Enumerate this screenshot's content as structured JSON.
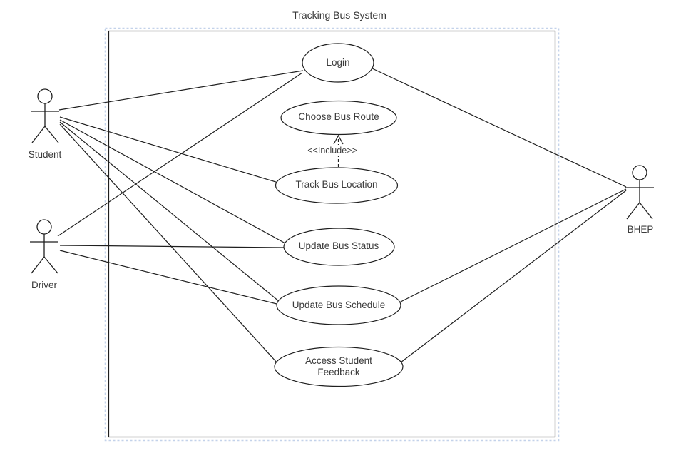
{
  "diagram": {
    "type": "uml-use-case-diagram",
    "title": "Tracking Bus System",
    "actors": [
      {
        "label": "Student"
      },
      {
        "label": "Driver"
      },
      {
        "label": "BHEP"
      }
    ],
    "use_cases": [
      {
        "label": "Login"
      },
      {
        "label": "Choose Bus Route"
      },
      {
        "label": "Track Bus Location"
      },
      {
        "label": "Update Bus Status"
      },
      {
        "label": "Update Bus Schedule"
      },
      {
        "label": "Access Student Feedback"
      }
    ],
    "include": {
      "label": "<<Include>>",
      "from": "Track Bus Location",
      "to": "Choose Bus Route"
    },
    "associations": [
      {
        "from": "Student",
        "to": "Login"
      },
      {
        "from": "Student",
        "to": "Track Bus Location"
      },
      {
        "from": "Student",
        "to": "Update Bus Status"
      },
      {
        "from": "Student",
        "to": "Update Bus Schedule"
      },
      {
        "from": "Student",
        "to": "Access Student Feedback"
      },
      {
        "from": "Driver",
        "to": "Login"
      },
      {
        "from": "Driver",
        "to": "Update Bus Status"
      },
      {
        "from": "Driver",
        "to": "Update Bus Schedule"
      },
      {
        "from": "BHEP",
        "to": "Login"
      },
      {
        "from": "BHEP",
        "to": "Update Bus Schedule"
      },
      {
        "from": "BHEP",
        "to": "Access Student Feedback"
      }
    ],
    "colors": {
      "stroke": "#1f1f1f",
      "text": "#3c3c3c",
      "selection_outline": "#c3d2ea",
      "background": "#ffffff"
    }
  }
}
